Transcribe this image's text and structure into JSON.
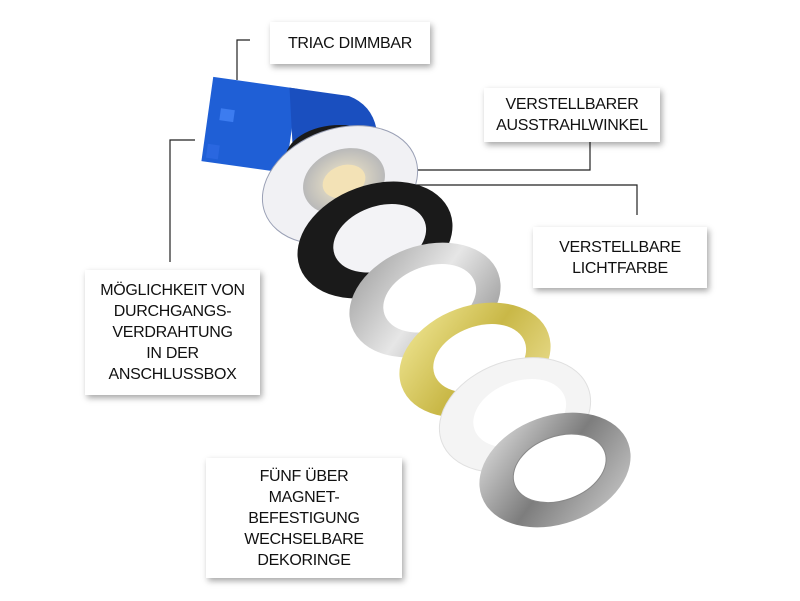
{
  "labels": {
    "triac": [
      "TRIAC DIMMBAR"
    ],
    "beam": [
      "VERSTELLBARER",
      "AUSSTRAHLWINKEL"
    ],
    "color": [
      "VERSTELLBARE",
      "LICHTFARBE"
    ],
    "wiring": [
      "MÖGLICHKEIT VON",
      "DURCHGANGS-",
      "VERDRAHTUNG",
      "IN DER",
      "ANSCHLUSSBOX"
    ],
    "rings": [
      "FÜNF ÜBER",
      "MAGNET-",
      "BEFESTIGUNG",
      "WECHSELBARE",
      "DEKORINGE"
    ]
  },
  "colors": {
    "housing": "#1f5fd6",
    "black_ring": "#1a1a1a",
    "brushed_ring": "#b8b8b8",
    "gold_ring": "#d8cc6a",
    "white_ring": "#f4f4f4",
    "chrome_ring": "#9a9a9a"
  }
}
